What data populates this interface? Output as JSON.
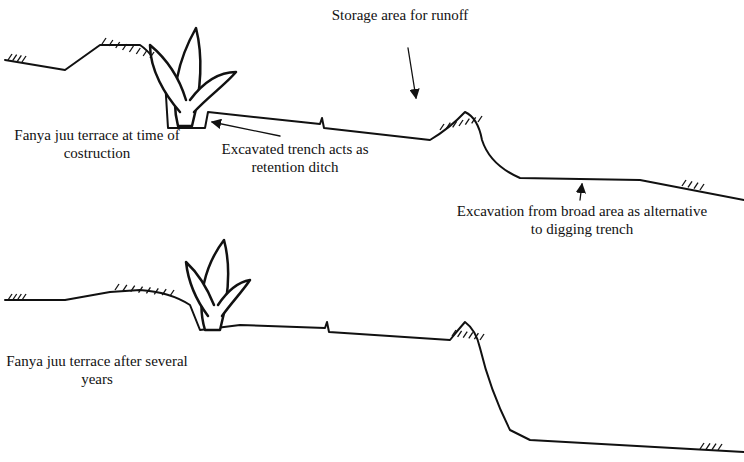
{
  "diagram": {
    "labels": [
      "Fanya juu terrace at time of costruction",
      "Excavated trench acts as retention ditch",
      "Storage area for runoff",
      "Excavation from broad area as alternative to digging trench",
      "Fanya juu terrace after several years"
    ]
  }
}
